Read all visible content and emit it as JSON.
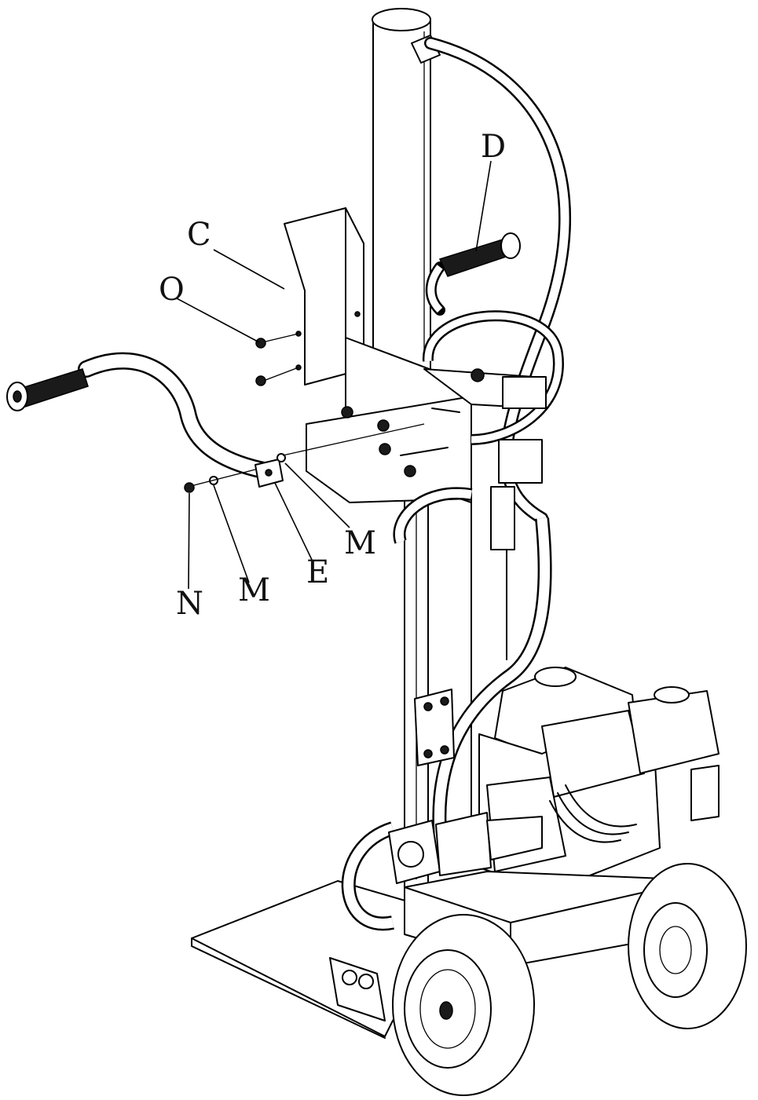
{
  "diagram": {
    "callouts": {
      "c": "C",
      "d": "D",
      "o": "O",
      "e": "E",
      "m_upper": "M",
      "m_lower": "M",
      "n": "N"
    }
  }
}
